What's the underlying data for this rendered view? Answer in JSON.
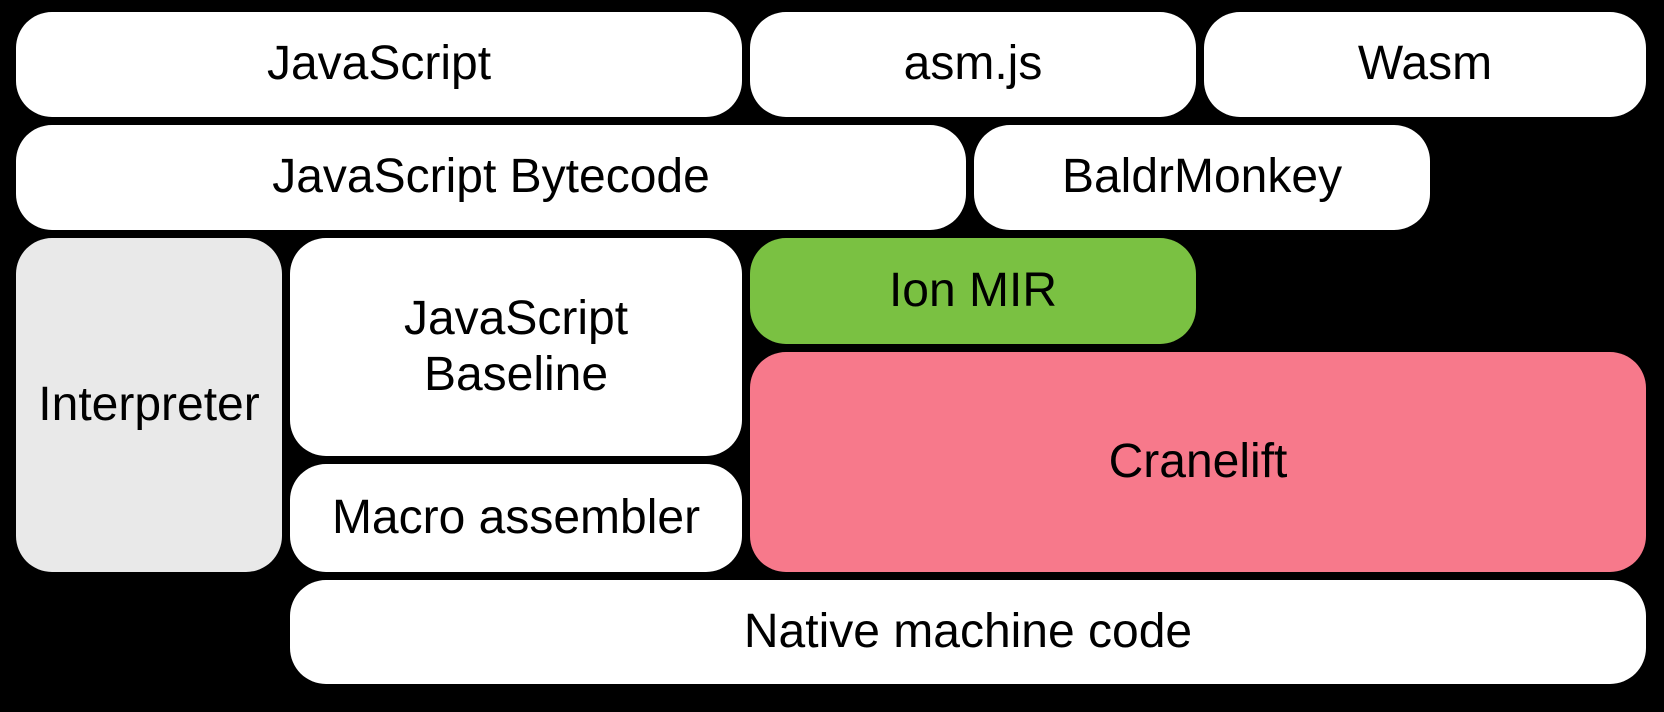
{
  "diagram": {
    "background": "#000000",
    "colors": {
      "box_default": "#ffffff",
      "interpreter_gray": "#e9e9e9",
      "ion_mir_green": "#7ac142",
      "cranelift_pink": "#f7798b",
      "text": "#000000"
    },
    "nodes": [
      {
        "id": "javascript",
        "label": "JavaScript"
      },
      {
        "id": "asmjs",
        "label": "asm.js"
      },
      {
        "id": "wasm",
        "label": "Wasm"
      },
      {
        "id": "bytecode",
        "label": "JavaScript Bytecode"
      },
      {
        "id": "baldrmonkey",
        "label": "BaldrMonkey"
      },
      {
        "id": "interpreter",
        "label": "Interpreter"
      },
      {
        "id": "baseline",
        "label": "JavaScript\nBaseline"
      },
      {
        "id": "ion_mir",
        "label": "Ion MIR"
      },
      {
        "id": "cranelift",
        "label": "Cranelift"
      },
      {
        "id": "macro_assembler",
        "label": "Macro assembler"
      },
      {
        "id": "native_code",
        "label": "Native machine code"
      }
    ]
  }
}
